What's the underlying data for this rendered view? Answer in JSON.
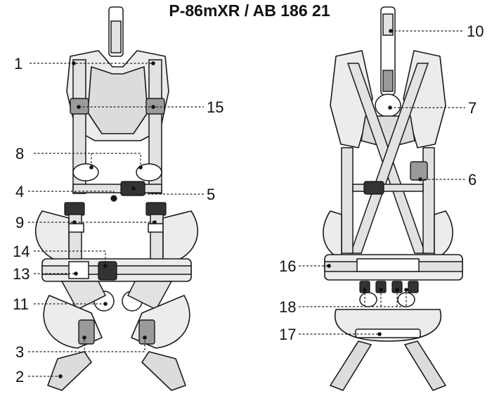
{
  "title": "P-86mXR / AB 186 21",
  "callouts_left": [
    "1",
    "15",
    "8",
    "4",
    "5",
    "9",
    "14",
    "13",
    "11",
    "3",
    "2"
  ],
  "callouts_right": [
    "10",
    "7",
    "6",
    "16",
    "18",
    "17"
  ],
  "colors": {
    "line": "#1a1a1a",
    "padding": "#ececec",
    "metal": "#9a9a9a"
  }
}
